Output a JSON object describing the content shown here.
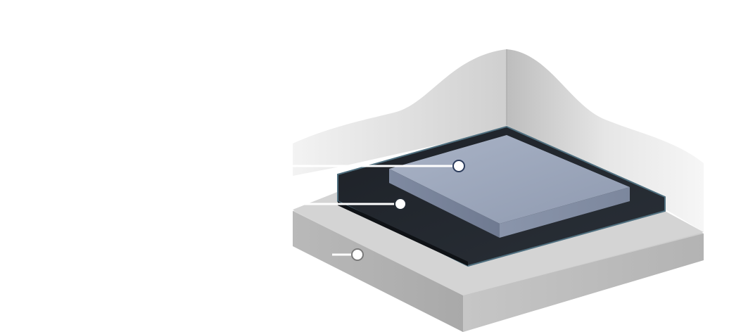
{
  "diagram": {
    "layers": [
      {
        "id": "top-slab",
        "callout": true
      },
      {
        "id": "membrane",
        "callout": true
      },
      {
        "id": "base-slab",
        "callout": true
      }
    ]
  }
}
